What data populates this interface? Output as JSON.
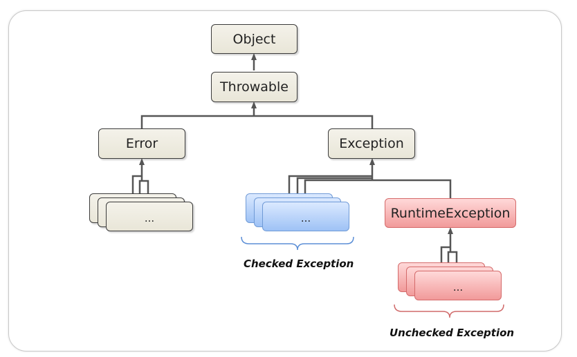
{
  "nodes": {
    "object": "Object",
    "throwable": "Throwable",
    "error": "Error",
    "exception": "Exception",
    "runtime_exception": "RuntimeException",
    "error_subclasses": "...",
    "checked_subclasses": "...",
    "unchecked_subclasses": "..."
  },
  "captions": {
    "checked": "Checked Exception",
    "unchecked": "Unchecked Exception"
  },
  "colors": {
    "plain_fill": "#ece9dc",
    "checked_fill": "#b6d2fa",
    "unchecked_fill": "#f6b3b3",
    "line": "#555555"
  }
}
